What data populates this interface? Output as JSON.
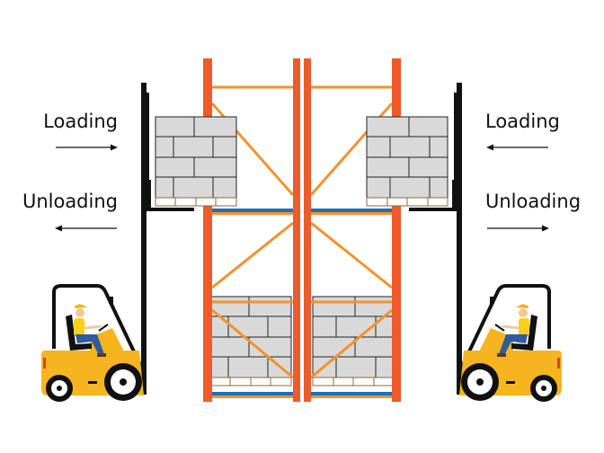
{
  "left_side": {
    "loading_label": "Loading",
    "unloading_label": "Unloading"
  },
  "right_side": {
    "loading_label": "Loading",
    "unloading_label": "Unloading"
  },
  "colors": {
    "upright": "#ee5a2a",
    "brace": "#f4922d",
    "beam": "#1f6fb5",
    "box": "#d9d9d9",
    "forklift": "#f6b51e",
    "mast": "#111111"
  }
}
